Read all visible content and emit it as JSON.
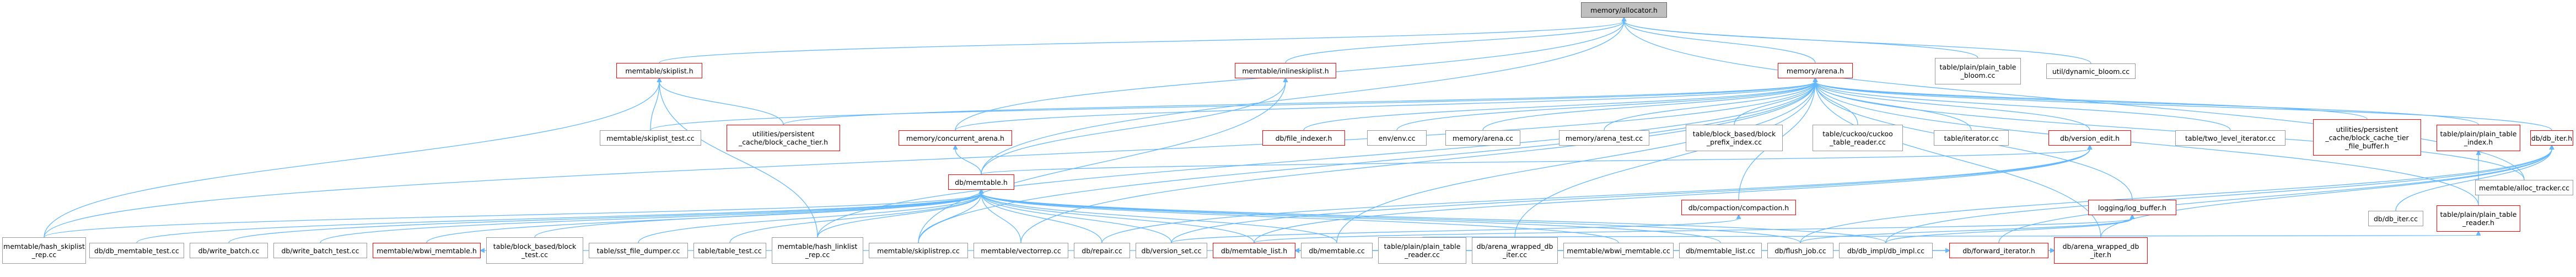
{
  "colors": {
    "edge": "#63b8ff",
    "node_border": "#999999",
    "highlight_border": "#ff0000",
    "root_fill": "#bfbfbf"
  },
  "nodes": [
    {
      "id": "n_root",
      "label": "memory/allocator.h",
      "kind": "root"
    },
    {
      "id": "n_plain_bloom",
      "label": "table/plain/plain_table\n_bloom.cc",
      "kind": "normal"
    },
    {
      "id": "n_dyn_bloom",
      "label": "util/dynamic_bloom.cc",
      "kind": "normal"
    },
    {
      "id": "n_skiplist",
      "label": "memtable/skiplist.h",
      "kind": "hl"
    },
    {
      "id": "n_inlineskip",
      "label": "memtable/inlineskiplist.h",
      "kind": "hl"
    },
    {
      "id": "n_arena",
      "label": "memory/arena.h",
      "kind": "hl"
    },
    {
      "id": "n_skiplist_test",
      "label": "memtable/skiplist_test.cc",
      "kind": "normal"
    },
    {
      "id": "n_persistent_tier",
      "label": "utilities/persistent\n_cache/block_cache_tier.h",
      "kind": "hl"
    },
    {
      "id": "n_concurrent_arena",
      "label": "memory/concurrent_arena.h",
      "kind": "hl"
    },
    {
      "id": "n_file_indexer",
      "label": "db/file_indexer.h",
      "kind": "hl"
    },
    {
      "id": "n_env_cc",
      "label": "env/env.cc",
      "kind": "normal"
    },
    {
      "id": "n_arena_cc",
      "label": "memory/arena.cc",
      "kind": "normal"
    },
    {
      "id": "n_arena_test",
      "label": "memory/arena_test.cc",
      "kind": "normal"
    },
    {
      "id": "n_block_prefix",
      "label": "table/block_based/block\n_prefix_index.cc",
      "kind": "normal"
    },
    {
      "id": "n_cuckoo",
      "label": "table/cuckoo/cuckoo\n_table_reader.cc",
      "kind": "normal"
    },
    {
      "id": "n_iterator_cc",
      "label": "table/iterator.cc",
      "kind": "normal"
    },
    {
      "id": "n_version_edit",
      "label": "db/version_edit.h",
      "kind": "hl"
    },
    {
      "id": "n_two_level",
      "label": "table/two_level_iterator.cc",
      "kind": "normal"
    },
    {
      "id": "n_file_buffer",
      "label": "utilities/persistent\n_cache/block_cache_tier\n_file_buffer.h",
      "kind": "hl"
    },
    {
      "id": "n_plain_index",
      "label": "table/plain/plain_table\n_index.h",
      "kind": "hl"
    },
    {
      "id": "n_db_iter_h",
      "label": "db/db_iter.h",
      "kind": "hl"
    },
    {
      "id": "n_alloc_tracker",
      "label": "memtable/alloc_tracker.cc",
      "kind": "normal"
    },
    {
      "id": "n_memtable_h",
      "label": "db/memtable.h",
      "kind": "hl"
    },
    {
      "id": "n_compaction",
      "label": "db/compaction/compaction.h",
      "kind": "hl"
    },
    {
      "id": "n_log_buffer",
      "label": "logging/log_buffer.h",
      "kind": "hl"
    },
    {
      "id": "n_db_iter_cc",
      "label": "db/db_iter.cc",
      "kind": "normal"
    },
    {
      "id": "n_plain_reader_h",
      "label": "table/plain/plain_table\n_reader.h",
      "kind": "hl"
    },
    {
      "id": "n_forward_iter",
      "label": "db/forward_iterator.h",
      "kind": "hl"
    },
    {
      "id": "n_arena_wrapped_h",
      "label": "db/arena_wrapped_db\n_iter.h",
      "kind": "hl"
    },
    {
      "id": "n_hash_skiplist",
      "label": "memtable/hash_skiplist\n_rep.cc",
      "kind": "normal"
    },
    {
      "id": "n_db_memtable_test",
      "label": "db/db_memtable_test.cc",
      "kind": "normal"
    },
    {
      "id": "n_write_batch",
      "label": "db/write_batch.cc",
      "kind": "normal"
    },
    {
      "id": "n_write_batch_test",
      "label": "db/write_batch_test.cc",
      "kind": "normal"
    },
    {
      "id": "n_wbwi_memtable_h",
      "label": "memtable/wbwi_memtable.h",
      "kind": "hl"
    },
    {
      "id": "n_block_test",
      "label": "table/block_based/block\n_test.cc",
      "kind": "normal"
    },
    {
      "id": "n_sst_dumper",
      "label": "table/sst_file_dumper.cc",
      "kind": "normal"
    },
    {
      "id": "n_table_test",
      "label": "table/table_test.cc",
      "kind": "normal"
    },
    {
      "id": "n_hash_linklist",
      "label": "memtable/hash_linklist\n_rep.cc",
      "kind": "normal"
    },
    {
      "id": "n_skiplistrep",
      "label": "memtable/skiplistrep.cc",
      "kind": "normal"
    },
    {
      "id": "n_vectorrep",
      "label": "memtable/vectorrep.cc",
      "kind": "normal"
    },
    {
      "id": "n_repair",
      "label": "db/repair.cc",
      "kind": "normal"
    },
    {
      "id": "n_version_set",
      "label": "db/version_set.cc",
      "kind": "normal"
    },
    {
      "id": "n_memtable_list_h",
      "label": "db/memtable_list.h",
      "kind": "hl"
    },
    {
      "id": "n_memtable_cc",
      "label": "db/memtable.cc",
      "kind": "normal"
    },
    {
      "id": "n_plain_reader_cc",
      "label": "table/plain/plain_table\n_reader.cc",
      "kind": "normal"
    },
    {
      "id": "n_arena_wrapped_cc",
      "label": "db/arena_wrapped_db\n_iter.cc",
      "kind": "normal"
    },
    {
      "id": "n_wbwi_memtable_cc",
      "label": "memtable/wbwi_memtable.cc",
      "kind": "normal"
    },
    {
      "id": "n_memtable_list_cc",
      "label": "db/memtable_list.cc",
      "kind": "normal"
    },
    {
      "id": "n_flush_job",
      "label": "db/flush_job.cc",
      "kind": "normal"
    },
    {
      "id": "n_db_impl",
      "label": "db/db_impl/db_impl.cc",
      "kind": "normal"
    }
  ],
  "edges": [
    [
      "n_root",
      "n_plain_bloom"
    ],
    [
      "n_root",
      "n_dyn_bloom"
    ],
    [
      "n_root",
      "n_skiplist"
    ],
    [
      "n_root",
      "n_inlineskip"
    ],
    [
      "n_root",
      "n_arena"
    ],
    [
      "n_root",
      "n_concurrent_arena"
    ],
    [
      "n_root",
      "n_memtable_h"
    ],
    [
      "n_root",
      "n_alloc_tracker"
    ],
    [
      "n_skiplist",
      "n_skiplist_test"
    ],
    [
      "n_skiplist",
      "n_persistent_tier"
    ],
    [
      "n_skiplist",
      "n_hash_skiplist"
    ],
    [
      "n_skiplist",
      "n_hash_linklist"
    ],
    [
      "n_inlineskip",
      "n_memtable_h"
    ],
    [
      "n_inlineskip",
      "n_skiplistrep"
    ],
    [
      "n_arena",
      "n_skiplist_test"
    ],
    [
      "n_arena",
      "n_persistent_tier"
    ],
    [
      "n_arena",
      "n_concurrent_arena"
    ],
    [
      "n_arena",
      "n_file_indexer"
    ],
    [
      "n_arena",
      "n_env_cc"
    ],
    [
      "n_arena",
      "n_arena_cc"
    ],
    [
      "n_arena",
      "n_arena_test"
    ],
    [
      "n_arena",
      "n_block_prefix"
    ],
    [
      "n_arena",
      "n_cuckoo"
    ],
    [
      "n_arena",
      "n_iterator_cc"
    ],
    [
      "n_arena",
      "n_version_edit"
    ],
    [
      "n_arena",
      "n_two_level"
    ],
    [
      "n_arena",
      "n_file_buffer"
    ],
    [
      "n_arena",
      "n_plain_index"
    ],
    [
      "n_arena",
      "n_db_iter_h"
    ],
    [
      "n_arena",
      "n_alloc_tracker"
    ],
    [
      "n_arena",
      "n_compaction"
    ],
    [
      "n_arena",
      "n_log_buffer"
    ],
    [
      "n_arena",
      "n_plain_reader_h"
    ],
    [
      "n_arena",
      "n_arena_wrapped_h"
    ],
    [
      "n_arena",
      "n_hash_skiplist"
    ],
    [
      "n_arena",
      "n_hash_linklist"
    ],
    [
      "n_arena",
      "n_skiplistrep"
    ],
    [
      "n_arena",
      "n_vectorrep"
    ],
    [
      "n_arena",
      "n_memtable_cc"
    ],
    [
      "n_arena",
      "n_arena_wrapped_cc"
    ],
    [
      "n_concurrent_arena",
      "n_memtable_h"
    ],
    [
      "n_version_edit",
      "n_memtable_h"
    ],
    [
      "n_version_edit",
      "n_repair"
    ],
    [
      "n_version_edit",
      "n_version_set"
    ],
    [
      "n_version_edit",
      "n_memtable_list_h"
    ],
    [
      "n_plain_index",
      "n_plain_reader_h"
    ],
    [
      "n_db_iter_h",
      "n_db_iter_cc"
    ],
    [
      "n_db_iter_h",
      "n_forward_iter"
    ],
    [
      "n_db_iter_h",
      "n_arena_wrapped_h"
    ],
    [
      "n_db_iter_h",
      "n_db_impl"
    ],
    [
      "n_db_iter_h",
      "n_flush_job"
    ],
    [
      "n_memtable_h",
      "n_hash_skiplist"
    ],
    [
      "n_memtable_h",
      "n_db_memtable_test"
    ],
    [
      "n_memtable_h",
      "n_write_batch"
    ],
    [
      "n_memtable_h",
      "n_write_batch_test"
    ],
    [
      "n_memtable_h",
      "n_wbwi_memtable_h"
    ],
    [
      "n_memtable_h",
      "n_block_test"
    ],
    [
      "n_memtable_h",
      "n_sst_dumper"
    ],
    [
      "n_memtable_h",
      "n_table_test"
    ],
    [
      "n_memtable_h",
      "n_hash_linklist"
    ],
    [
      "n_memtable_h",
      "n_skiplistrep"
    ],
    [
      "n_memtable_h",
      "n_vectorrep"
    ],
    [
      "n_memtable_h",
      "n_repair"
    ],
    [
      "n_memtable_h",
      "n_version_set"
    ],
    [
      "n_memtable_h",
      "n_memtable_list_h"
    ],
    [
      "n_memtable_h",
      "n_memtable_cc"
    ],
    [
      "n_memtable_h",
      "n_wbwi_memtable_cc"
    ],
    [
      "n_memtable_h",
      "n_memtable_list_cc"
    ],
    [
      "n_memtable_h",
      "n_flush_job"
    ],
    [
      "n_memtable_h",
      "n_db_impl"
    ],
    [
      "n_compaction",
      "n_version_set"
    ],
    [
      "n_log_buffer",
      "n_memtable_list_h"
    ],
    [
      "n_log_buffer",
      "n_flush_job"
    ],
    [
      "n_log_buffer",
      "n_db_impl"
    ],
    [
      "n_plain_reader_h",
      "n_plain_reader_cc"
    ],
    [
      "n_forward_iter",
      "n_db_impl"
    ],
    [
      "n_arena_wrapped_h",
      "n_arena_wrapped_cc"
    ],
    [
      "n_arena_wrapped_h",
      "n_db_impl"
    ],
    [
      "n_wbwi_memtable_h",
      "n_wbwi_memtable_cc"
    ],
    [
      "n_memtable_list_h",
      "n_memtable_list_cc"
    ],
    [
      "n_memtable_list_h",
      "n_flush_job"
    ],
    [
      "n_memtable_list_h",
      "n_db_impl"
    ]
  ]
}
